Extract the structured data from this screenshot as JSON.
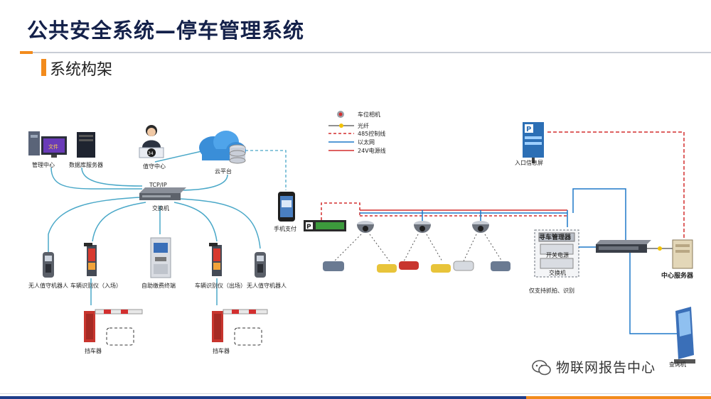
{
  "slide": {
    "title": "公共安全系统—停车管理系统",
    "section": "系统构架"
  },
  "left_diagram": {
    "mgmt_center": "管理中心",
    "db_server": "数据库服务器",
    "duty_center": "值守中心",
    "cloud": "云平台",
    "protocol": "TCP/IP",
    "switch": "交换机",
    "phone_pay": "手机支付",
    "unmanned_left": "无人值守机器人",
    "vehicle_in": "车辆识别仪（入场）",
    "kiosk": "自助缴费终端",
    "vehicle_out": "车辆识别仪（出场）",
    "unmanned_right": "无人值守机器人",
    "barrier_1": "挡车器",
    "barrier_2": "挡车器",
    "badge_num": "34"
  },
  "right_diagram": {
    "legend": {
      "camera": "车位相机",
      "fiber": "光纤",
      "rs485": "485控制线",
      "ethernet": "以太网",
      "power": "24V电源线"
    },
    "entry_screen": "入口信息屏",
    "park_manager": "寻车管理器",
    "power_supply": "开关电源",
    "switch": "交换机",
    "note": "仅支持抓拍、识别",
    "center_server": "中心服务器",
    "query_kiosk": "查询机"
  },
  "colors": {
    "title": "#14214a",
    "accent": "#f28b1c",
    "footer": "#1f3d8a",
    "line_teal": "#4aa8c8",
    "line_red": "#d32f2f",
    "line_blue": "#1e78c8"
  },
  "watermark": "物联网报告中心"
}
